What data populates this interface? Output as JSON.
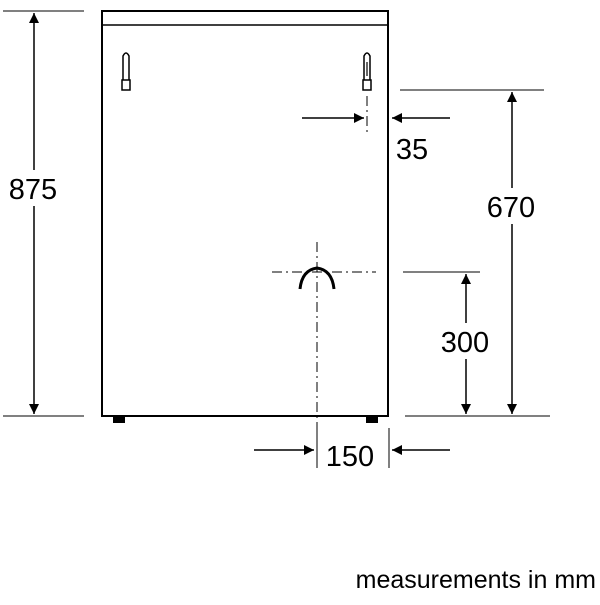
{
  "dimensions": {
    "overall_height": "875",
    "side_clearance": "35",
    "top_hose_height": "670",
    "drain_height": "300",
    "drain_offset": "150"
  },
  "units_note": "measurements in mm"
}
